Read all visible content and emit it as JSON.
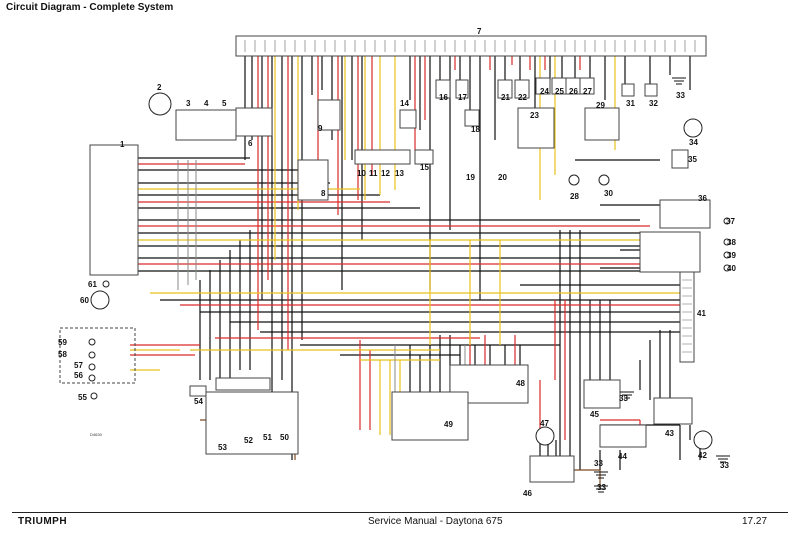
{
  "header": {
    "title": "Circuit Diagram - Complete System"
  },
  "footer": {
    "brand": "TRIUMPH",
    "manual": "Service Manual - Daytona 675",
    "page_number": "17.27"
  },
  "diagram": {
    "drawing_ref": "D4630",
    "colors": {
      "red": "#d92a2a",
      "yellow": "#e8c21a",
      "black": "#111111",
      "brown": "#7a4a20",
      "grey": "#8a8a8a",
      "frame": "#444444"
    },
    "components": [
      {
        "id": "c1",
        "label": "1"
      },
      {
        "id": "c2",
        "label": "2"
      },
      {
        "id": "c3",
        "label": "3"
      },
      {
        "id": "c4",
        "label": "4"
      },
      {
        "id": "c5",
        "label": "5"
      },
      {
        "id": "c6",
        "label": "6"
      },
      {
        "id": "c7",
        "label": "7"
      },
      {
        "id": "c8",
        "label": "8"
      },
      {
        "id": "c9",
        "label": "9"
      },
      {
        "id": "c10",
        "label": "10"
      },
      {
        "id": "c11",
        "label": "11"
      },
      {
        "id": "c12",
        "label": "12"
      },
      {
        "id": "c13",
        "label": "13"
      },
      {
        "id": "c14",
        "label": "14"
      },
      {
        "id": "c15",
        "label": "15"
      },
      {
        "id": "c16",
        "label": "16"
      },
      {
        "id": "c17",
        "label": "17"
      },
      {
        "id": "c18",
        "label": "18"
      },
      {
        "id": "c19",
        "label": "19"
      },
      {
        "id": "c20",
        "label": "20"
      },
      {
        "id": "c21",
        "label": "21"
      },
      {
        "id": "c22",
        "label": "22"
      },
      {
        "id": "c23",
        "label": "23"
      },
      {
        "id": "c24",
        "label": "24"
      },
      {
        "id": "c25",
        "label": "25"
      },
      {
        "id": "c26",
        "label": "26"
      },
      {
        "id": "c27",
        "label": "27"
      },
      {
        "id": "c28",
        "label": "28"
      },
      {
        "id": "c29",
        "label": "29"
      },
      {
        "id": "c30",
        "label": "30"
      },
      {
        "id": "c31",
        "label": "31"
      },
      {
        "id": "c32",
        "label": "32"
      },
      {
        "id": "c33a",
        "label": "33"
      },
      {
        "id": "c34",
        "label": "34"
      },
      {
        "id": "c35",
        "label": "35"
      },
      {
        "id": "c36",
        "label": "36"
      },
      {
        "id": "c37",
        "label": "37"
      },
      {
        "id": "c38",
        "label": "38"
      },
      {
        "id": "c39",
        "label": "39"
      },
      {
        "id": "c40",
        "label": "40"
      },
      {
        "id": "c41",
        "label": "41"
      },
      {
        "id": "c42",
        "label": "42"
      },
      {
        "id": "c43",
        "label": "43"
      },
      {
        "id": "c44",
        "label": "44"
      },
      {
        "id": "c45",
        "label": "45"
      },
      {
        "id": "c46",
        "label": "46"
      },
      {
        "id": "c47",
        "label": "47"
      },
      {
        "id": "c48",
        "label": "48"
      },
      {
        "id": "c49",
        "label": "49"
      },
      {
        "id": "c50",
        "label": "50"
      },
      {
        "id": "c51",
        "label": "51"
      },
      {
        "id": "c52",
        "label": "52"
      },
      {
        "id": "c53",
        "label": "53"
      },
      {
        "id": "c54",
        "label": "54"
      },
      {
        "id": "c55",
        "label": "55"
      },
      {
        "id": "c56",
        "label": "56"
      },
      {
        "id": "c57",
        "label": "57"
      },
      {
        "id": "c58",
        "label": "58"
      },
      {
        "id": "c59",
        "label": "59"
      },
      {
        "id": "c60",
        "label": "60"
      },
      {
        "id": "c61",
        "label": "61"
      },
      {
        "id": "c33b",
        "label": "33"
      },
      {
        "id": "c33c",
        "label": "33"
      },
      {
        "id": "c33d",
        "label": "33"
      },
      {
        "id": "c33e",
        "label": "33"
      }
    ]
  }
}
